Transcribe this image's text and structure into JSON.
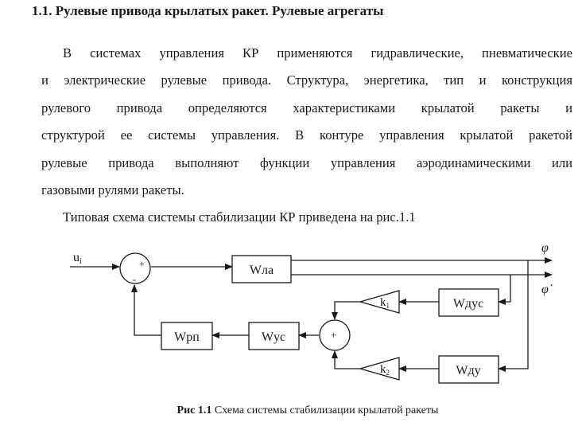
{
  "section": {
    "heading": "1.1. Рулевые привода крылатых ракет. Рулевые агрегаты",
    "paragraph_lines": [
      "В системах управления КР применяются гидравлические, пневматические",
      "и электрические рулевые привода. Структура, энергетика, тип и конструкция",
      "рулевого привода определяются характеристиками крылатой ракеты и",
      "структурой ее системы управления. В контуре управления крылатой ракетой",
      "рулевые привода выполняют функции управления аэродинамическими или",
      "газовыми рулями ракеты."
    ],
    "intro": "Типовая схема системы стабилизации КР приведена на рис.1.1"
  },
  "diagram": {
    "input_label": "u",
    "input_subscript": "i",
    "sum1_plus": "+",
    "sum1_minus": "-",
    "sum2_plus": "+",
    "block_wla": "Wла",
    "block_wrp": "Wрп",
    "block_wus": "Wус",
    "block_wdus": "Wдус",
    "block_wdu": "Wду",
    "gain1_label": "k",
    "gain1_sub": "1",
    "gain2_label": "k",
    "gain2_sub": "2",
    "output_phi": "φ",
    "output_phi_dot": "φ̇"
  },
  "caption": {
    "label": "Рис 1.1",
    "text": " Схема системы стабилизации крылатой ракеты"
  }
}
